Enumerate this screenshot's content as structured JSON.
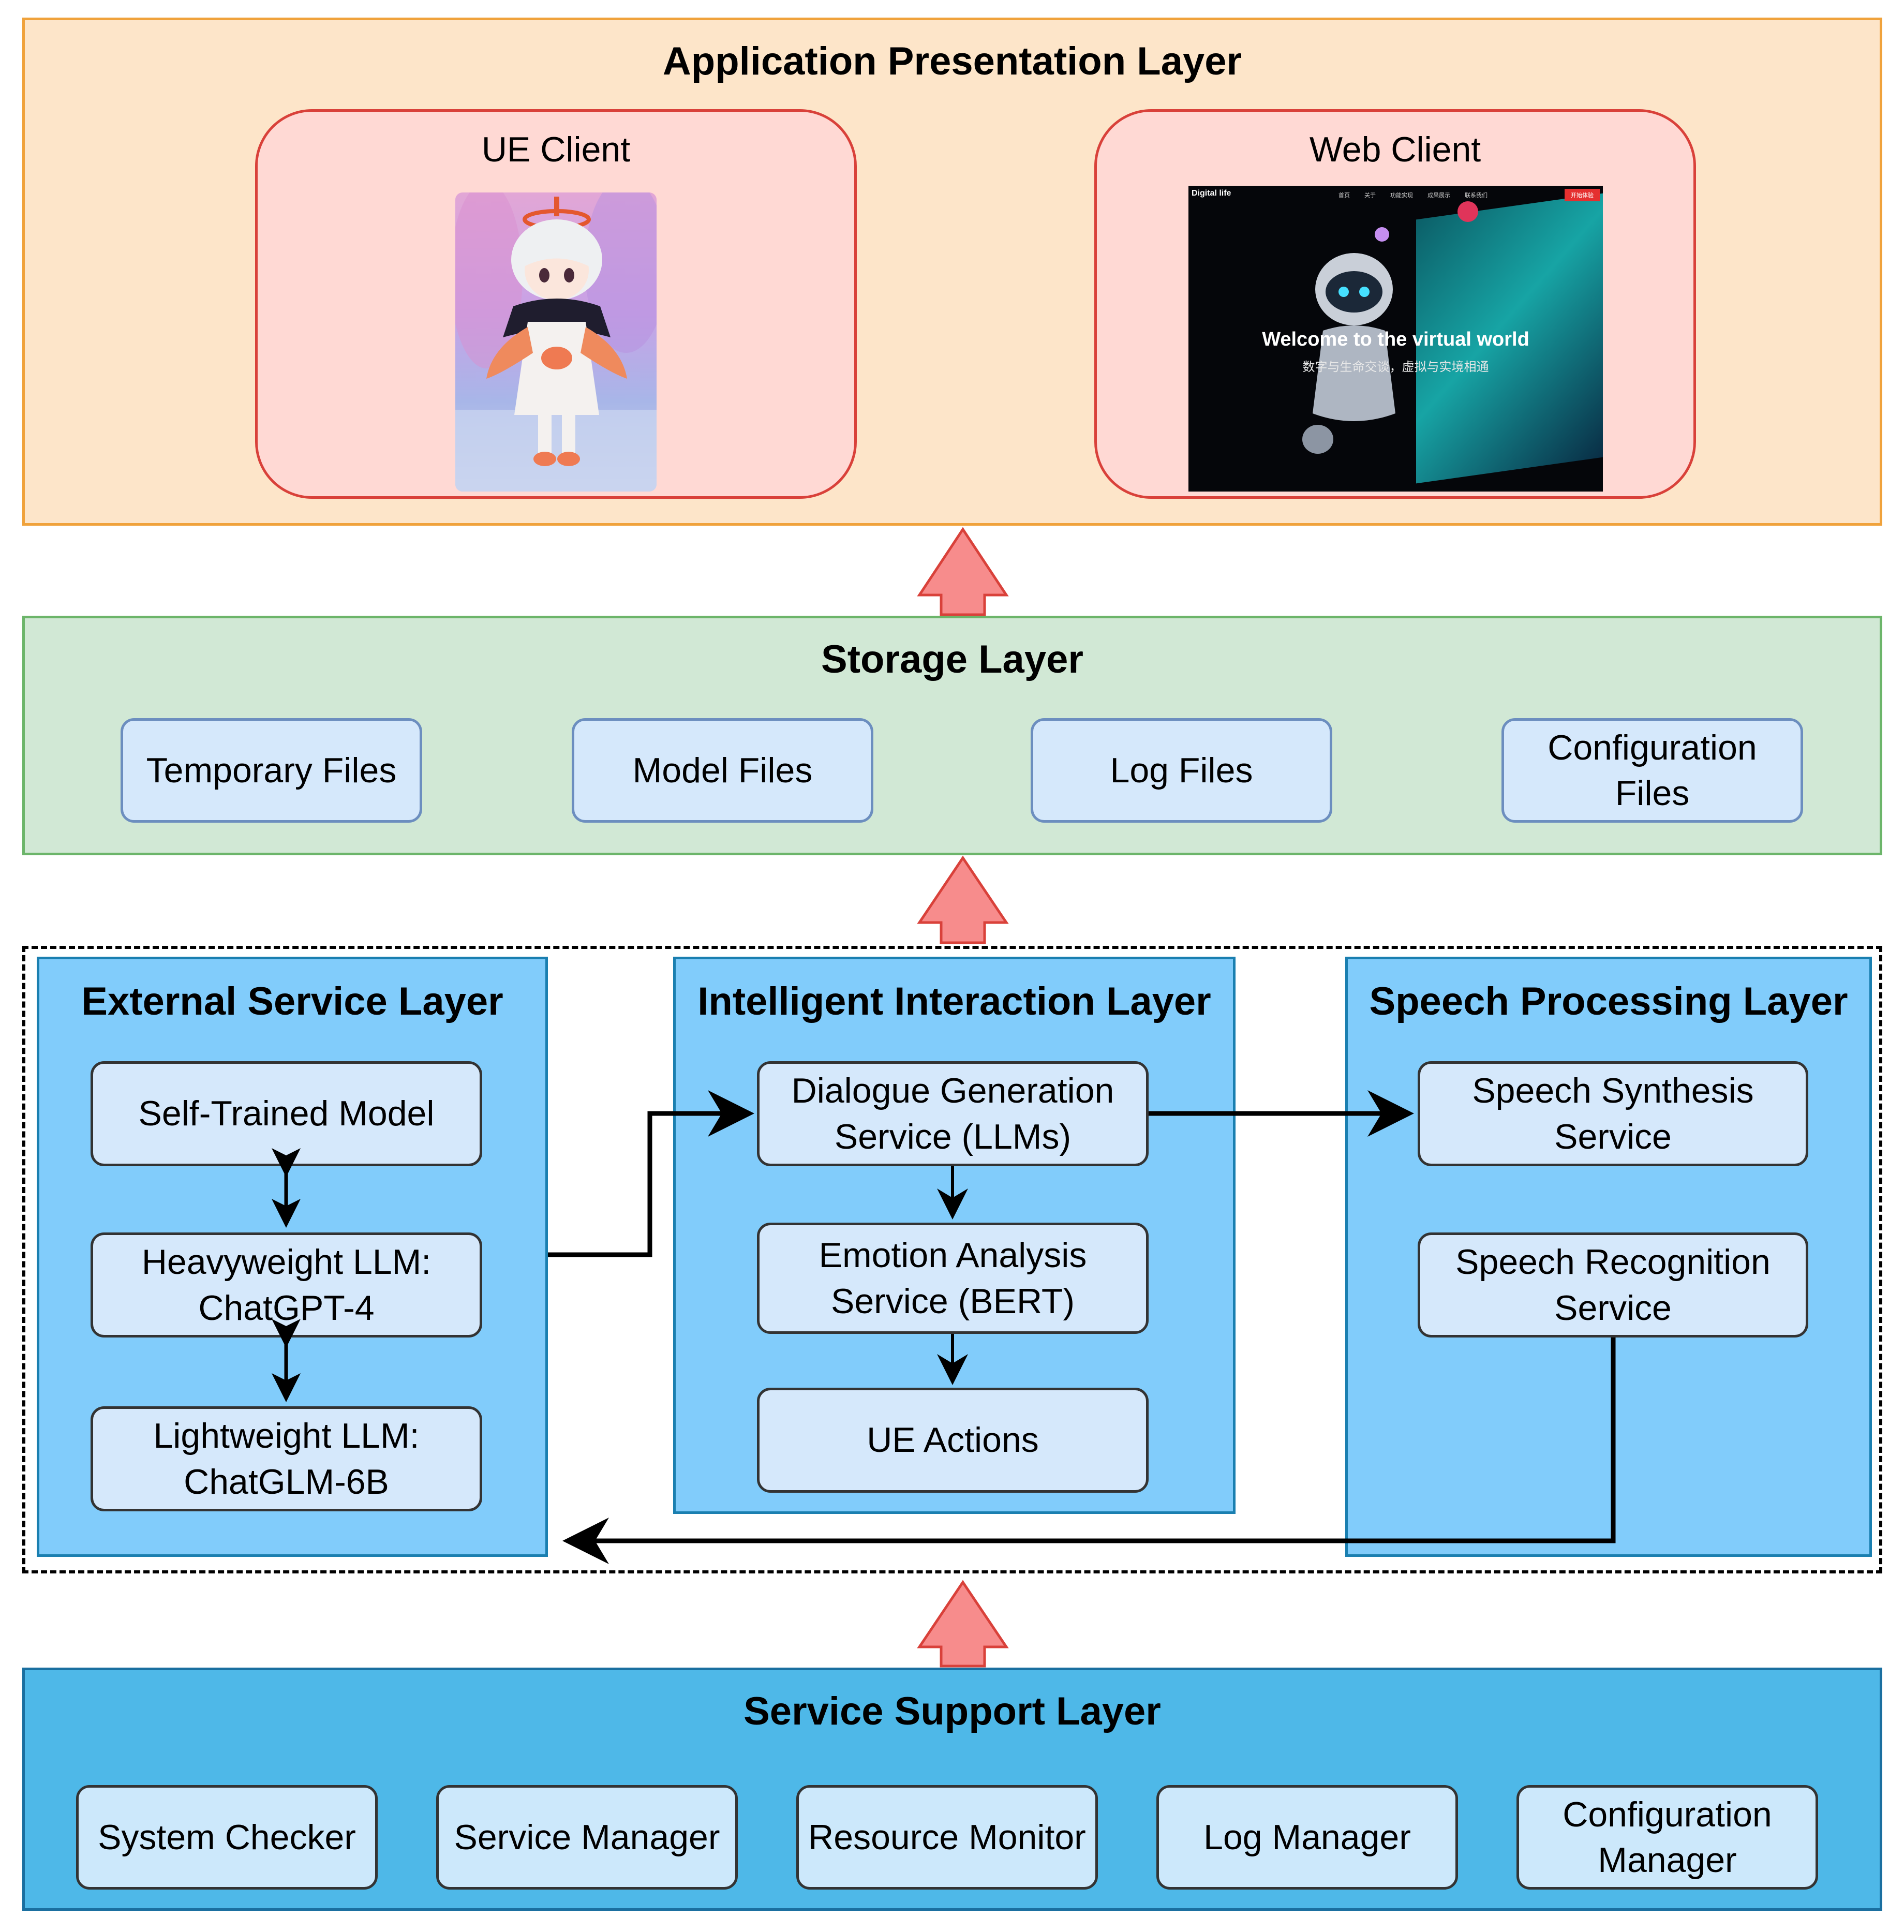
{
  "colors": {
    "app_layer_bg": "#fde5c9",
    "app_layer_border": "#f0a23b",
    "client_bg": "#ffd9d4",
    "client_border": "#d9413a",
    "storage_bg": "#d1e8d5",
    "storage_border": "#6cb56a",
    "storage_node_bg": "#d5e8fb",
    "storage_node_border": "#6c8ebf",
    "middle_panel_bg": "#81ccfb",
    "middle_panel_border": "#1a7fb0",
    "middle_node_bg": "#d5e8fb",
    "middle_node_border": "#333333",
    "support_bg": "#4eb8e8",
    "support_border": "#1a6fa0",
    "support_node_bg": "#cce8fb",
    "support_node_border": "#333333",
    "up_arrow_fill": "#f78c8c",
    "up_arrow_stroke": "#d9413a",
    "connector": "#000000"
  },
  "application_layer": {
    "title": "Application Presentation Layer",
    "ue_client": {
      "title": "UE Client",
      "image_icon": "anime-character-icon"
    },
    "web_client": {
      "title": "Web Client",
      "screenshot": {
        "brand": "Digital life",
        "nav_items": [
          "首页",
          "关于",
          "功能实现",
          "成果展示",
          "联系我们"
        ],
        "cta": "开始体验",
        "headline": "Welcome to the virtual world",
        "subheadline": "数字与生命交谈，虚拟与实境相通"
      }
    }
  },
  "storage_layer": {
    "title": "Storage Layer",
    "items": [
      "Temporary Files",
      "Model Files",
      "Log Files",
      "Configuration\nFiles"
    ]
  },
  "external_service_layer": {
    "title": "External Service Layer",
    "items": [
      "Self-Trained Model",
      "Heavyweight LLM:\nChatGPT-4",
      "Lightweight LLM:\nChatGLM-6B"
    ]
  },
  "intelligent_interaction_layer": {
    "title": "Intelligent Interaction Layer",
    "items": [
      "Dialogue Generation\nService (LLMs)",
      "Emotion Analysis\nService (BERT)",
      "UE Actions"
    ]
  },
  "speech_processing_layer": {
    "title": "Speech Processing Layer",
    "items": [
      "Speech Synthesis\nService",
      "Speech Recognition\nService"
    ]
  },
  "service_support_layer": {
    "title": "Service Support Layer",
    "items": [
      "System Checker",
      "Service Manager",
      "Resource Monitor",
      "Log Manager",
      "Configuration\nManager"
    ]
  }
}
